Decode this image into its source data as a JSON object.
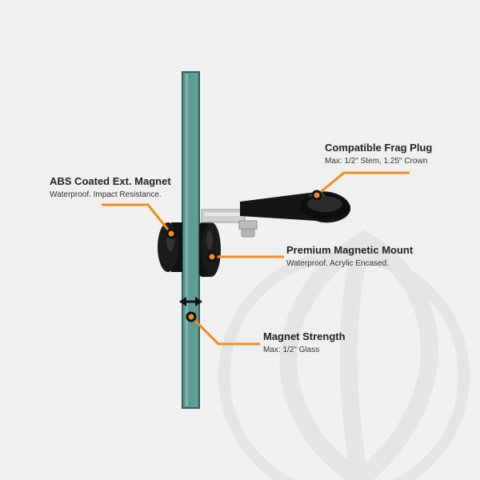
{
  "colors": {
    "background": "#f0f0f0",
    "glass": "#5e9d94",
    "glass_edge": "#2f5e58",
    "accent": "#f08c1e",
    "magnet": "#111111",
    "metal": "#c9c9c9",
    "watermark": "#e6e6e6"
  },
  "callouts": {
    "abs_magnet": {
      "title": "ABS Coated Ext. Magnet",
      "subtitle": "Waterproof. Impact Resistance."
    },
    "frag_plug": {
      "title": "Compatible Frag Plug",
      "subtitle": "Max: 1/2\" Stem, 1.25\" Crown"
    },
    "magnetic_mount": {
      "title": "Premium Magnetic Mount",
      "subtitle": "Waterproof. Acrylic Encased."
    },
    "magnet_strength": {
      "title": "Magnet Strength",
      "subtitle": "Max: 1/2\" Glass"
    }
  }
}
